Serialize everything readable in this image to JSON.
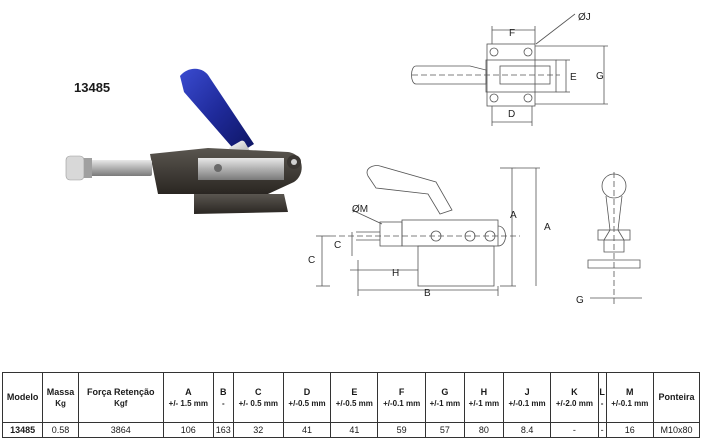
{
  "product_code": "13485",
  "dimension_labels": [
    "F",
    "ØJ",
    "E",
    "G",
    "D",
    "A",
    "A",
    "ØM",
    "C",
    "C",
    "H",
    "B",
    "G"
  ],
  "table": {
    "headers": [
      {
        "name": "Modelo",
        "sub": ""
      },
      {
        "name": "Massa",
        "sub": "Kg"
      },
      {
        "name": "Força Retenção",
        "sub": "Kgf"
      },
      {
        "name": "A",
        "sub": "+/- 1.5 mm"
      },
      {
        "name": "B",
        "sub": "-"
      },
      {
        "name": "C",
        "sub": "+/- 0.5 mm"
      },
      {
        "name": "D",
        "sub": "+/-0.5 mm"
      },
      {
        "name": "E",
        "sub": "+/-0.5 mm"
      },
      {
        "name": "F",
        "sub": "+/-0.1 mm"
      },
      {
        "name": "G",
        "sub": "+/-1 mm"
      },
      {
        "name": "H",
        "sub": "+/-1 mm"
      },
      {
        "name": "J",
        "sub": "+/-0.1 mm"
      },
      {
        "name": "K",
        "sub": "+/-2.0 mm"
      },
      {
        "name": "L",
        "sub": "-"
      },
      {
        "name": "M",
        "sub": "+/-0.1 mm"
      },
      {
        "name": "Ponteira",
        "sub": ""
      }
    ],
    "rows": [
      [
        "13485",
        "0.58",
        "3864",
        "106",
        "163",
        "32",
        "41",
        "41",
        "59",
        "57",
        "80",
        "8.4",
        "-",
        "-",
        "16",
        "M10x80"
      ]
    ]
  }
}
